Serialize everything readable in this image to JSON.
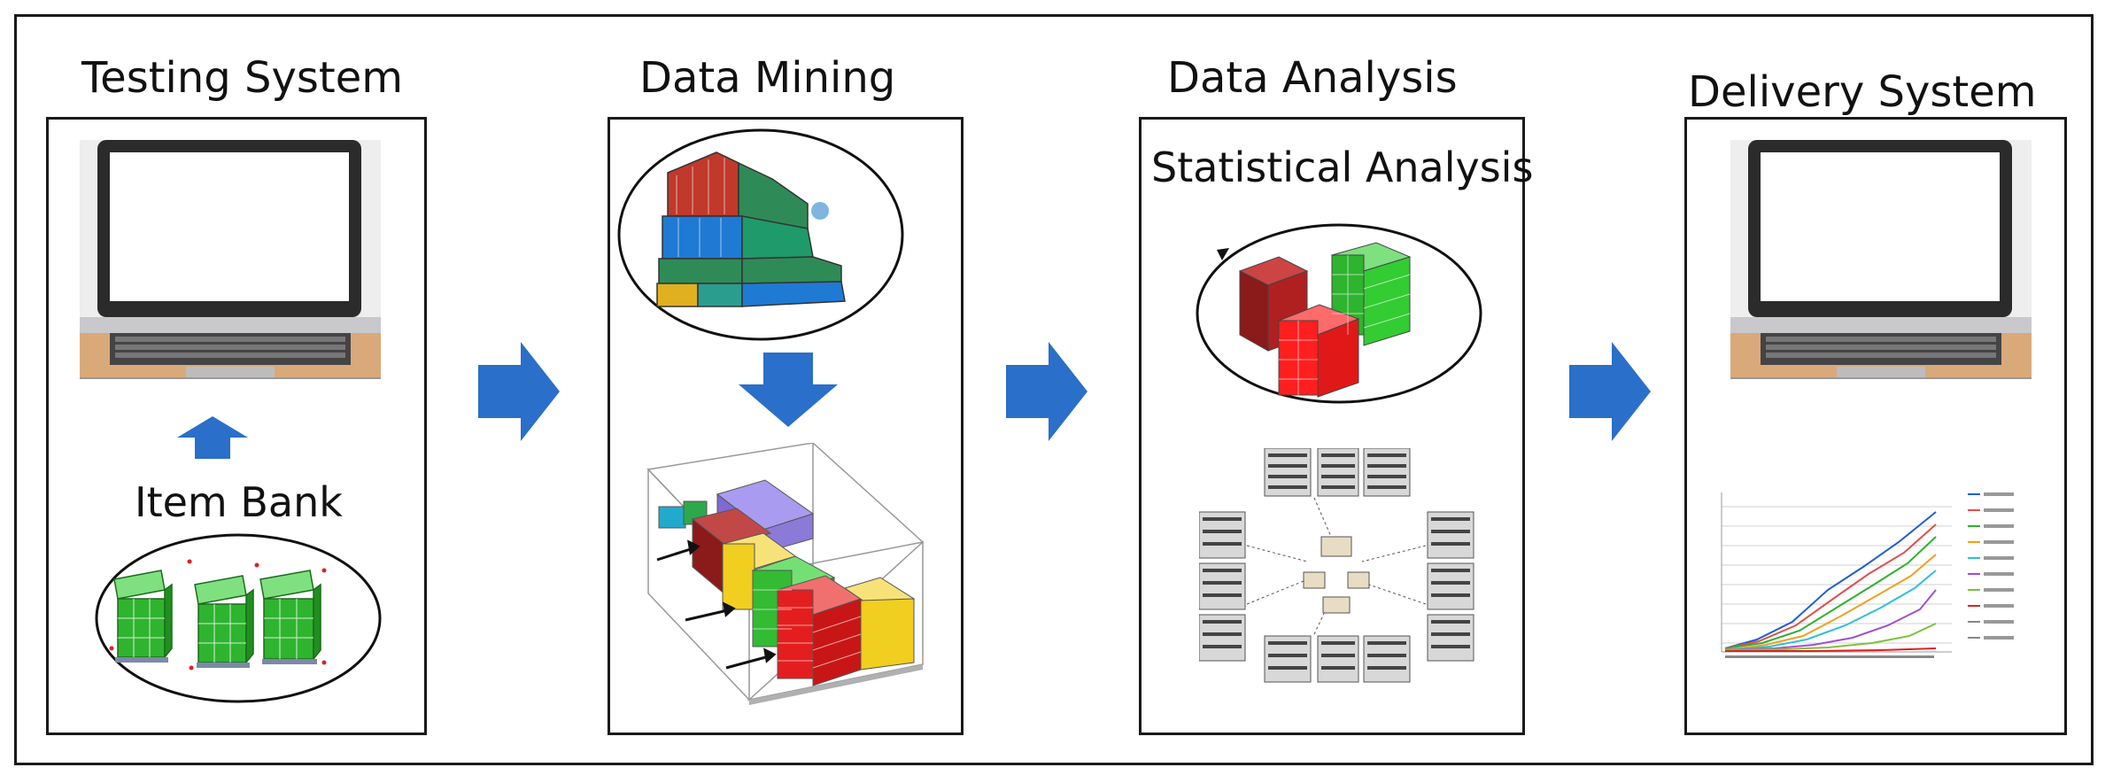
{
  "stages": [
    {
      "title": "Testing System",
      "label": "Item Bank"
    },
    {
      "title": "Data Mining"
    },
    {
      "title": "Data Analysis",
      "subtitle": "Statistical Analysis"
    },
    {
      "title": "Delivery System"
    }
  ],
  "icons": [
    "laptop-icon",
    "arrow-up-icon",
    "pallet-stack-icon",
    "container-icon",
    "arrow-down-icon",
    "loaded-container-icon",
    "pallet-cluster-icon",
    "photo-grid-icon",
    "line-chart-icon",
    "arrow-right-icon"
  ],
  "colors": {
    "arrow": "#2a6fc9",
    "pallet_green": "#33bb33",
    "pallet_red": "#e41e1e",
    "pallet_yellow": "#f0d020",
    "pallet_purple": "#8c7ad8"
  }
}
